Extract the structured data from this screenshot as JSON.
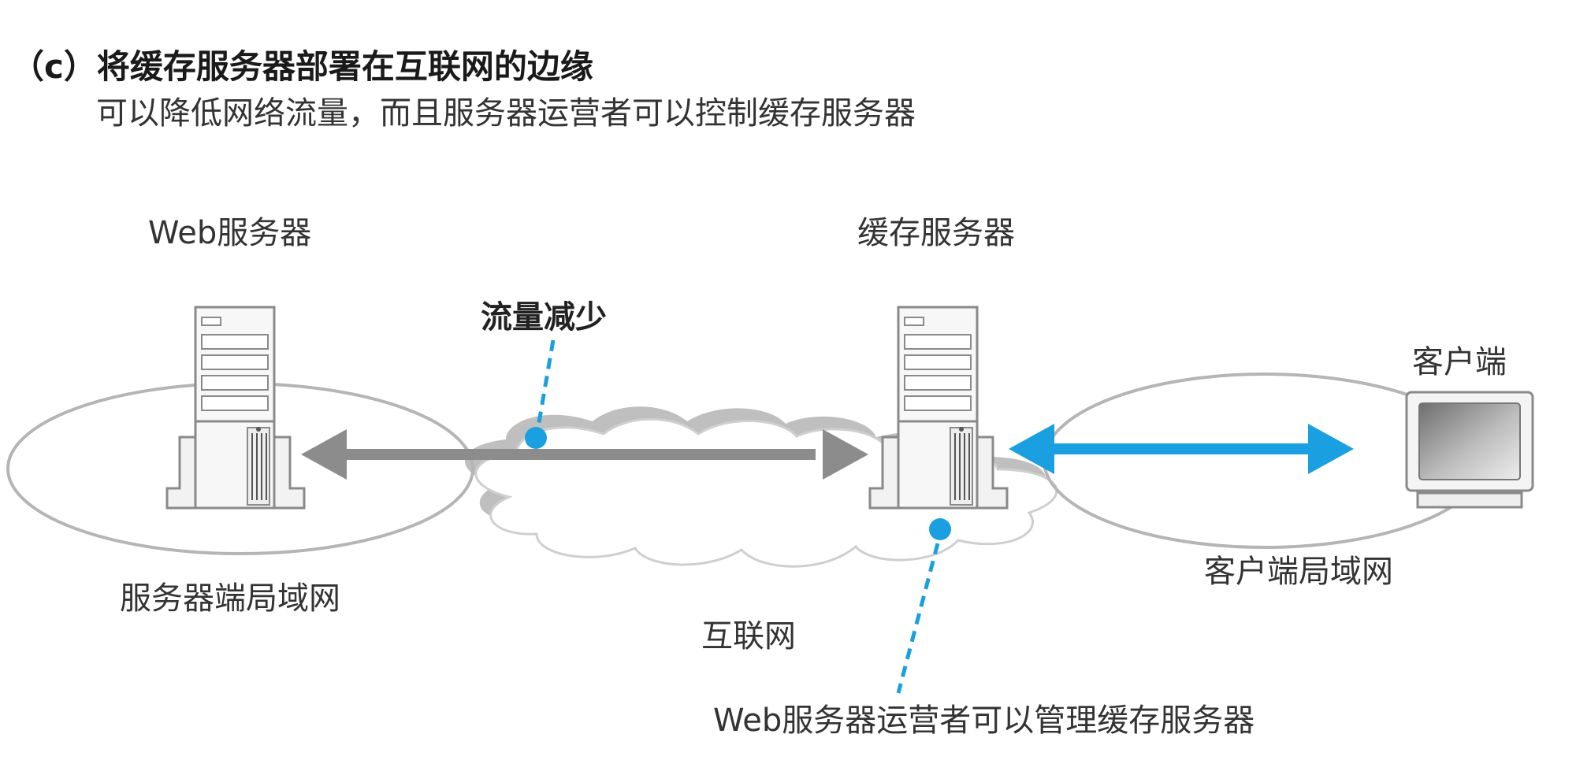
{
  "title": "（c）将缓存服务器部署在互联网的边缘",
  "subtitle": "可以降低网络流量，而且服务器运营者可以控制缓存服务器",
  "nodes": {
    "web_server": "Web服务器",
    "cache_server": "缓存服务器",
    "client": "客户端"
  },
  "networks": {
    "server_lan": "服务器端局域网",
    "client_lan": "客户端局域网",
    "internet": "互联网"
  },
  "annotations": {
    "traffic_reduced": "流量减少",
    "operator_manages": "Web服务器运营者可以管理缓存服务器"
  },
  "colors": {
    "server_link": "#8c8c8c",
    "client_link": "#1aa0e0",
    "callout": "#1aa0e0"
  }
}
